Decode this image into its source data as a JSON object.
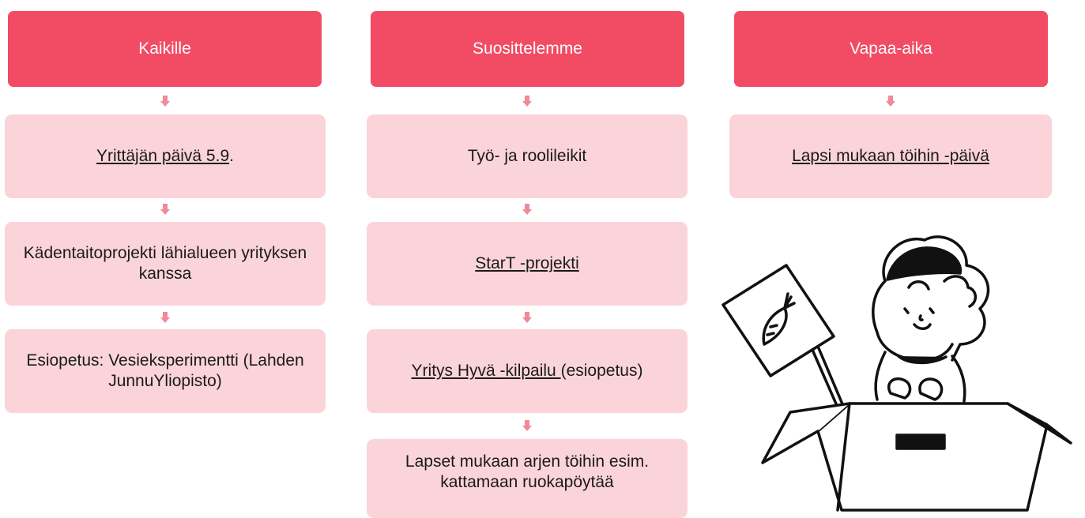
{
  "colors": {
    "header_bg": "#f24c64",
    "box_bg": "#fbd4d9",
    "arrow": "#f08a98"
  },
  "columns": [
    {
      "header": "Kaikille",
      "items": [
        {
          "link": "Yrittäjän päivä 5.9",
          "text": "."
        },
        {
          "text": "Kädentaitoprojekti lähialueen yrityksen kanssa"
        },
        {
          "text": "Esiopetus: Vesieksperimentti (Lahden JunnuYliopisto)"
        }
      ]
    },
    {
      "header": "Suosittelemme",
      "items": [
        {
          "text": "Työ- ja roolileikit"
        },
        {
          "link": "StarT -projekti"
        },
        {
          "link": "Yritys Hyvä -kilpailu ",
          "text": "(esiopetus)"
        },
        {
          "text": "Lapset mukaan arjen töihin esim. kattamaan ruokapöytää"
        }
      ]
    },
    {
      "header": "Vapaa-aika",
      "items": [
        {
          "link": "Lapsi mukaan töihin -päivä"
        }
      ]
    }
  ],
  "illustration": "child-in-box-with-carrot-sign"
}
